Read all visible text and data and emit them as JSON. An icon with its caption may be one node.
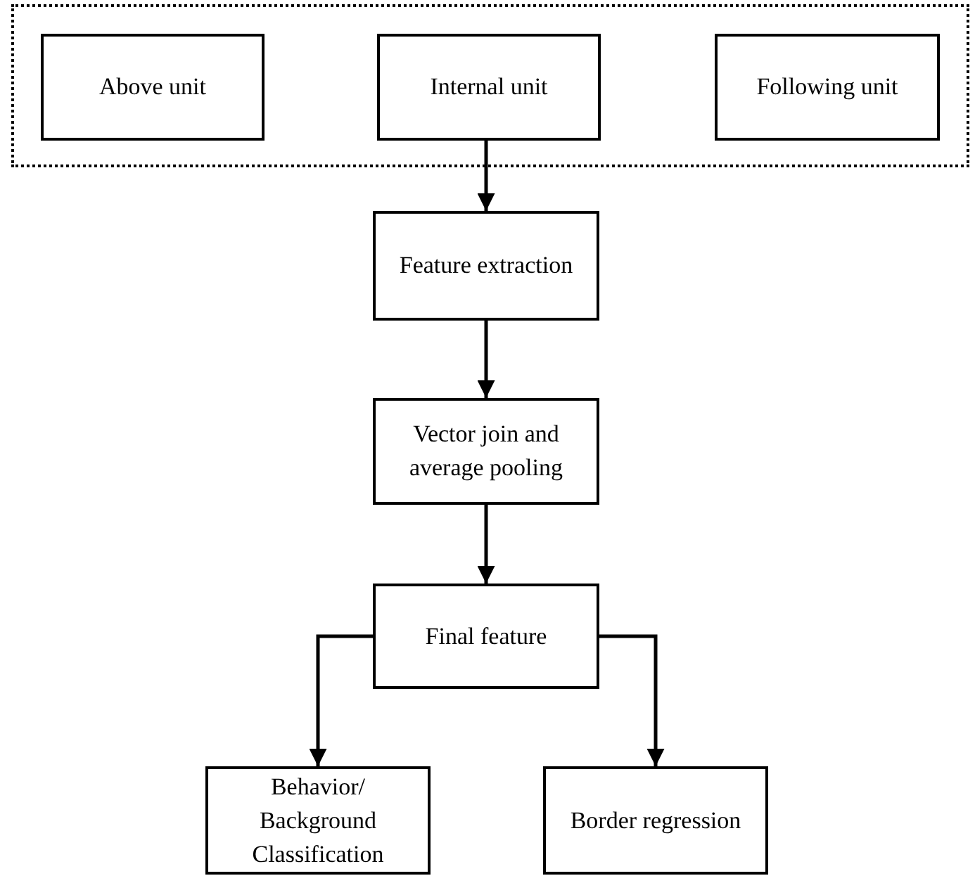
{
  "diagram": {
    "nodes": [
      {
        "text": [],
        "shape": "box"
      },
      {
        "text": [
          "Above unit"
        ],
        "in": 0
      },
      {
        "text": [
          "Internal unit"
        ],
        "in": 0
      },
      {
        "text": [
          "Following unit"
        ],
        "in": 0
      },
      {
        "text": [
          "Feature extraction"
        ]
      },
      {
        "text": [
          "Vector join and average pooling"
        ]
      },
      {
        "text": [
          "Final feature"
        ]
      },
      {
        "text": [
          "Behavior/ Background Classification"
        ]
      },
      {
        "text": [
          "Border regression"
        ]
      }
    ],
    "edges": [
      {
        "from": 2,
        "to": 4,
        "arrow": "to"
      },
      {
        "from": 4,
        "to": 5,
        "arrow": "to"
      },
      {
        "from": 5,
        "to": 6,
        "arrow": "to"
      },
      {
        "from": 6,
        "to": 7,
        "arrow": "to"
      },
      {
        "from": 6,
        "to": 8,
        "arrow": "to"
      }
    ]
  }
}
